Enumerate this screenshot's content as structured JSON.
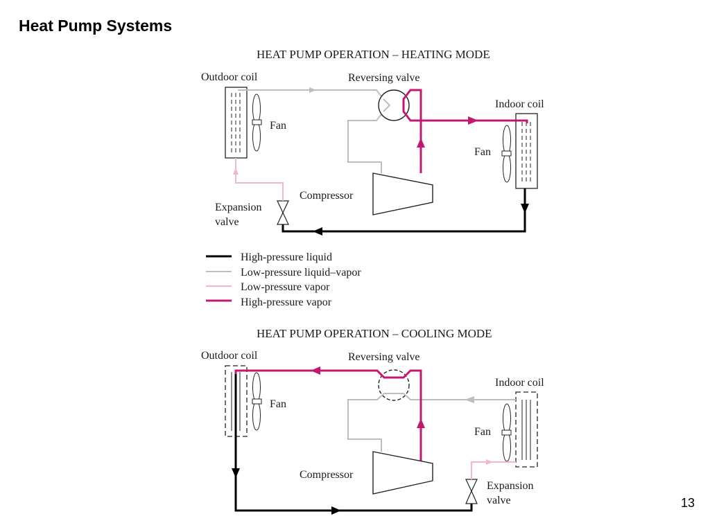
{
  "slide": {
    "title": "Heat Pump Systems",
    "page_number": "13"
  },
  "colors": {
    "high_pressure_liquid": "#000000",
    "low_pressure_liquid_vapor": "#bdbdbd",
    "low_pressure_vapor": "#f2b8c8",
    "high_pressure_vapor": "#c2186f"
  },
  "heating": {
    "title": "HEAT PUMP OPERATION –  HEATING MODE",
    "outdoor_coil": "Outdoor coil",
    "reversing_valve": "Reversing valve",
    "indoor_coil": "Indoor coil",
    "fan_outdoor": "Fan",
    "fan_indoor": "Fan",
    "compressor": "Compressor",
    "expansion_line1": "Expansion",
    "expansion_line2": "valve"
  },
  "legend": {
    "items": [
      {
        "label": "High-pressure liquid",
        "color": "#000000"
      },
      {
        "label": "Low-pressure liquid–vapor",
        "color": "#bdbdbd"
      },
      {
        "label": "Low-pressure vapor",
        "color": "#f2b8c8"
      },
      {
        "label": "High-pressure vapor",
        "color": "#c2186f"
      }
    ]
  },
  "cooling": {
    "title": "HEAT PUMP OPERATION –  COOLING MODE",
    "outdoor_coil": "Outdoor coil",
    "reversing_valve": "Reversing valve",
    "indoor_coil": "Indoor coil",
    "fan_outdoor": "Fan",
    "fan_indoor": "Fan",
    "compressor": "Compressor",
    "expansion_line1": "Expansion",
    "expansion_line2": "valve"
  }
}
